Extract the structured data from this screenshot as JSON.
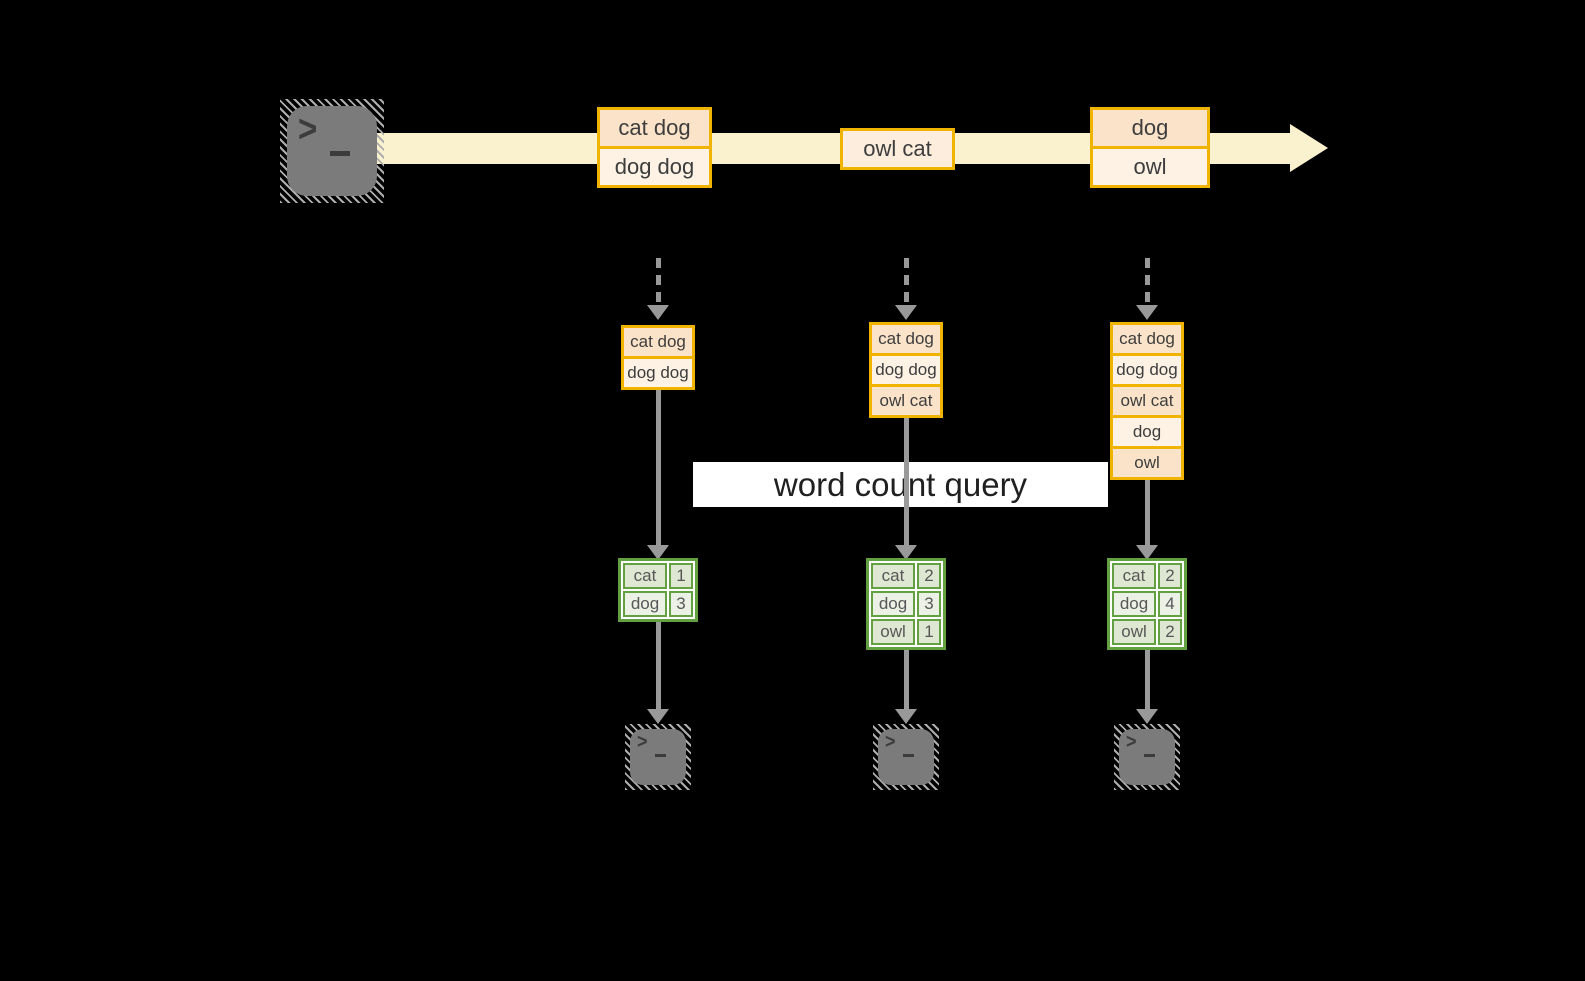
{
  "colors": {
    "background": "#000000",
    "stream_band": "#FAF1CE",
    "event_border": "#F0B400",
    "event_fill_dark": "#FBE3C9",
    "event_fill_light": "#FDF2E4",
    "table_border": "#63A041",
    "table_fill_dark": "#DDE7D1",
    "table_fill_light": "#EBF1E5",
    "arrow_gray": "#999999",
    "terminal_gray": "#7B7B7B"
  },
  "source": {
    "icon": "terminal-icon",
    "prompt_glyph": ">"
  },
  "stream": {
    "events": [
      {
        "lines": [
          "cat dog",
          "dog dog"
        ]
      },
      {
        "lines": [
          "owl cat"
        ]
      },
      {
        "lines": [
          "dog",
          "owl"
        ]
      }
    ]
  },
  "query": {
    "label": "word count query"
  },
  "columns": [
    {
      "state": [
        "cat dog",
        "dog dog"
      ],
      "counts": [
        {
          "word": "cat",
          "count": "1"
        },
        {
          "word": "dog",
          "count": "3"
        }
      ]
    },
    {
      "state": [
        "cat dog",
        "dog dog",
        "owl cat"
      ],
      "counts": [
        {
          "word": "cat",
          "count": "2"
        },
        {
          "word": "dog",
          "count": "3"
        },
        {
          "word": "owl",
          "count": "1"
        }
      ]
    },
    {
      "state": [
        "cat dog",
        "dog dog",
        "owl cat",
        "dog",
        "owl"
      ],
      "counts": [
        {
          "word": "cat",
          "count": "2"
        },
        {
          "word": "dog",
          "count": "4"
        },
        {
          "word": "owl",
          "count": "2"
        }
      ]
    }
  ],
  "sinks": {
    "icon": "terminal-icon",
    "prompt_glyph": ">"
  }
}
